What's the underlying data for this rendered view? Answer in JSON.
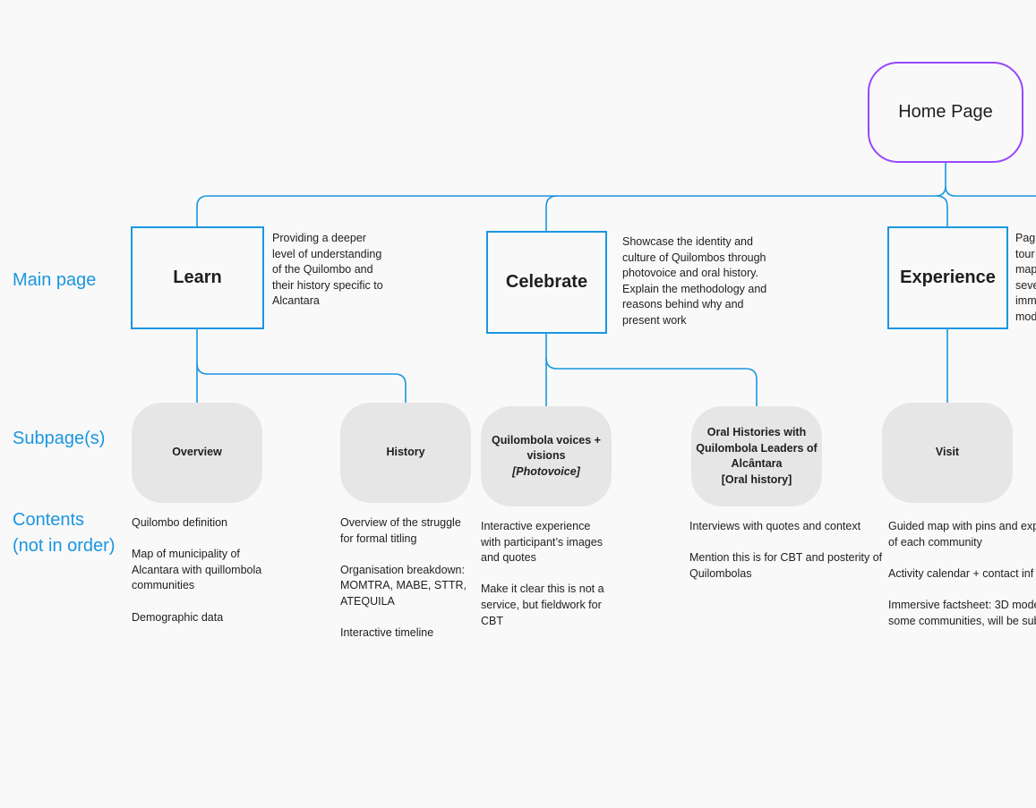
{
  "row_labels": {
    "main_page": "Main page",
    "subpages": "Subpage(s)",
    "contents_line1": "Contents",
    "contents_line2": "(not in order)"
  },
  "home": {
    "label": "Home Page"
  },
  "main_pages": {
    "learn": {
      "label": "Learn",
      "description": "Providing a deeper level of understanding of the Quilombo and their history specific to Alcantara"
    },
    "celebrate": {
      "label": "Celebrate",
      "description": "Showcase  the identity and culture of Quilombos through photovoice and oral history. Explain the methodology and reasons behind why and present work"
    },
    "experience": {
      "label": "Experience",
      "description_lines": [
        "Pag",
        "tour",
        "map",
        "seve",
        "imm",
        "mod"
      ]
    }
  },
  "subpages": {
    "overview": {
      "label": "Overview"
    },
    "history": {
      "label": "History"
    },
    "quilombola_voices": {
      "line1": "Quilombola voices +",
      "line2": "visions",
      "line3": "[Photovoice]"
    },
    "oral_histories": {
      "line1": "Oral Histories with",
      "line2": "Quilombola Leaders of",
      "line3": "Alcântara",
      "line4": "[Oral history]"
    },
    "visit": {
      "label": "Visit"
    }
  },
  "contents": {
    "overview": [
      "Quilombo definition",
      "Map of municipality of Alcantara with quillombola communities",
      "Demographic data"
    ],
    "history": [
      "Overview of the struggle for formal titling",
      "Organisation breakdown: MOMTRA, MABE, STTR, ATEQUILA",
      "Interactive timeline"
    ],
    "quilombola_voices": [
      "Interactive experience with participant’s images and quotes",
      "Make it clear this is not a service, but fieldwork for CBT"
    ],
    "oral_histories": [
      "Interviews with quotes and context",
      "Mention this is for CBT and posterity of Quilombolas"
    ],
    "visit": [
      [
        "Guided map with pins and exp",
        "of each community"
      ],
      [
        "Activity calendar + contact inf"
      ],
      [
        "Immersive factsheet: 3D mode",
        "some communities, will be sub"
      ]
    ]
  },
  "colors": {
    "accent_blue": "#1a96e0",
    "home_purple": "#9747ff",
    "subpage_fill": "#e6e6e6",
    "background": "#f9f9f9"
  }
}
